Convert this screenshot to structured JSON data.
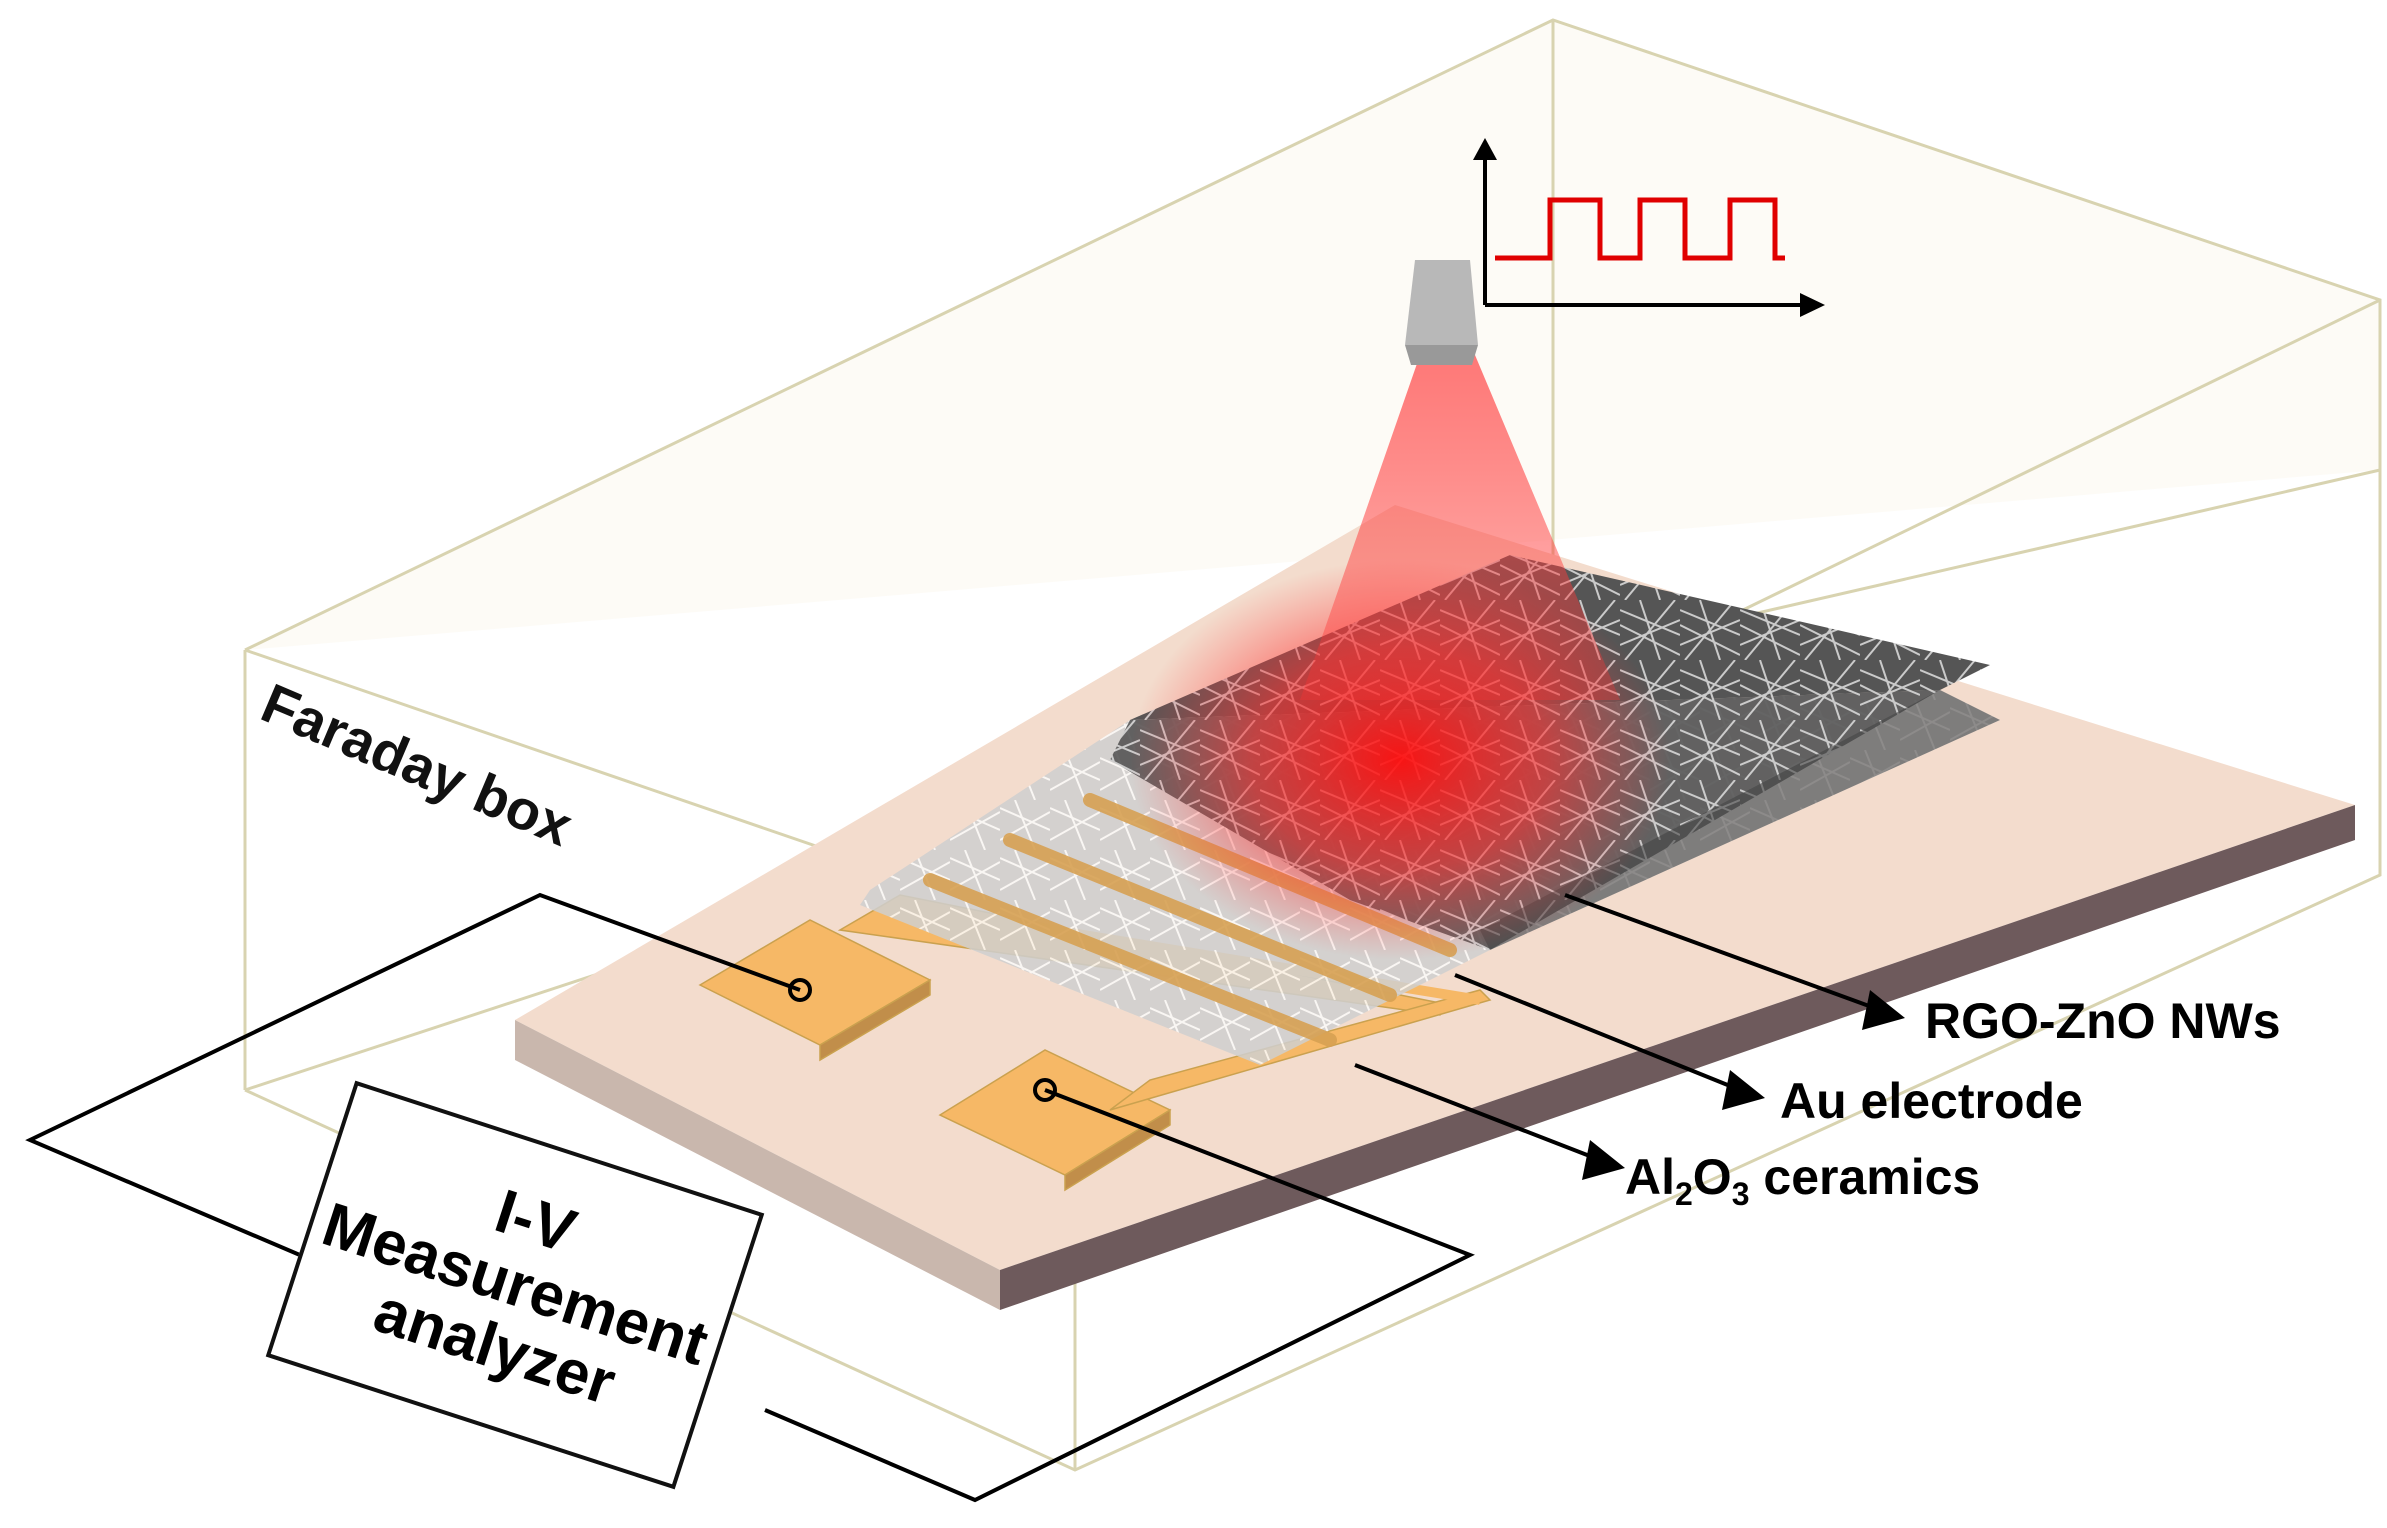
{
  "labels": {
    "faraday_box": "Faraday box",
    "analyzer_line1": "I-V",
    "analyzer_line2": "Measurement",
    "analyzer_line3": "analyzer",
    "rgo_znO": "RGO-ZnO NWs",
    "au_electrode": "Au electrode",
    "al2o3_prefix": "Al",
    "al2o3_sub1": "2",
    "al2o3_mid": "O",
    "al2o3_sub2": "3",
    "al2o3_suffix": " ceramics"
  },
  "colors": {
    "box_edge": "#d8d3b0",
    "substrate_top": "#f3dccd",
    "substrate_side": "#6e5a5c",
    "substrate_front": "#c9b7ad",
    "pad": "#f6b866",
    "laser": "#ff2a2a",
    "pulse": "#e00000",
    "nw_dark": "#3a3a3a",
    "nw_light": "#dcdcdc"
  },
  "icons": {
    "laser_source": "laser-head-icon",
    "pulse_signal": "square-wave-icon"
  }
}
